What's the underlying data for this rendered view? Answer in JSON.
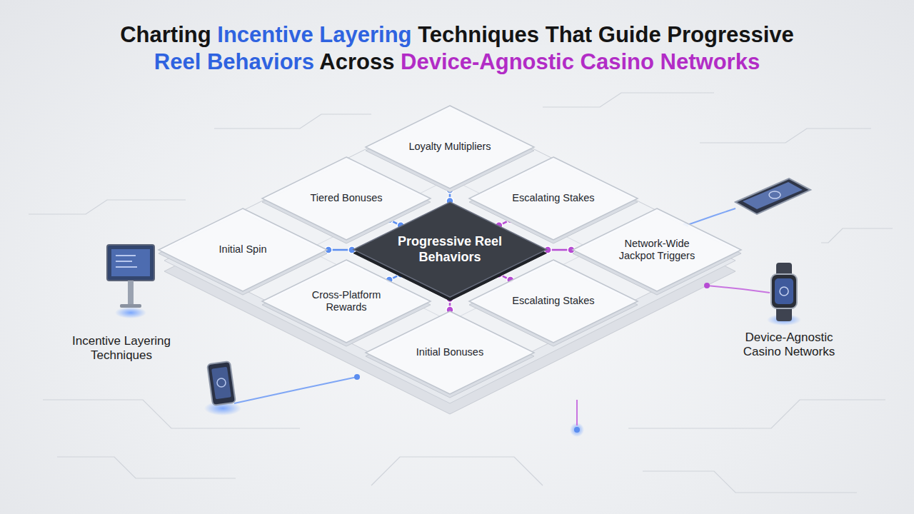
{
  "diagram": {
    "title": "Charting Incentive Layering Techniques That Guide Progressive Reel Behaviors Across Device-Agnostic Casino Networks",
    "nodes": [
      {
        "text": [
          "Loyalty Multipliers"
        ]
      },
      {
        "text": [
          "Tiered Bonuses"
        ]
      },
      {
        "text": [
          "Escalating Stakes"
        ]
      },
      {
        "text": [
          "Initial Spin"
        ]
      },
      {
        "text": [
          "Progressive Reel Behaviors"
        ]
      },
      {
        "text": [
          "Network-Wide Jackpot Triggers"
        ]
      },
      {
        "text": [
          "Cross-Platform Rewards"
        ]
      },
      {
        "text": [
          "Escalating Stakes"
        ]
      },
      {
        "text": [
          "Initial Bonuses"
        ]
      }
    ],
    "edges": [
      {
        "from": 0,
        "to": 4,
        "arrow": "none"
      },
      {
        "from": 1,
        "to": 4,
        "arrow": "none"
      },
      {
        "from": 2,
        "to": 4,
        "arrow": "none"
      },
      {
        "from": 3,
        "to": 4,
        "arrow": "none"
      },
      {
        "from": 5,
        "to": 4,
        "arrow": "none"
      },
      {
        "from": 6,
        "to": 4,
        "arrow": "none"
      },
      {
        "from": 7,
        "to": 4,
        "arrow": "none"
      },
      {
        "from": 8,
        "to": 4,
        "arrow": "none"
      }
    ],
    "labels": [
      "Incentive Layering Techniques",
      "Device-Agnostic Casino Networks"
    ]
  }
}
